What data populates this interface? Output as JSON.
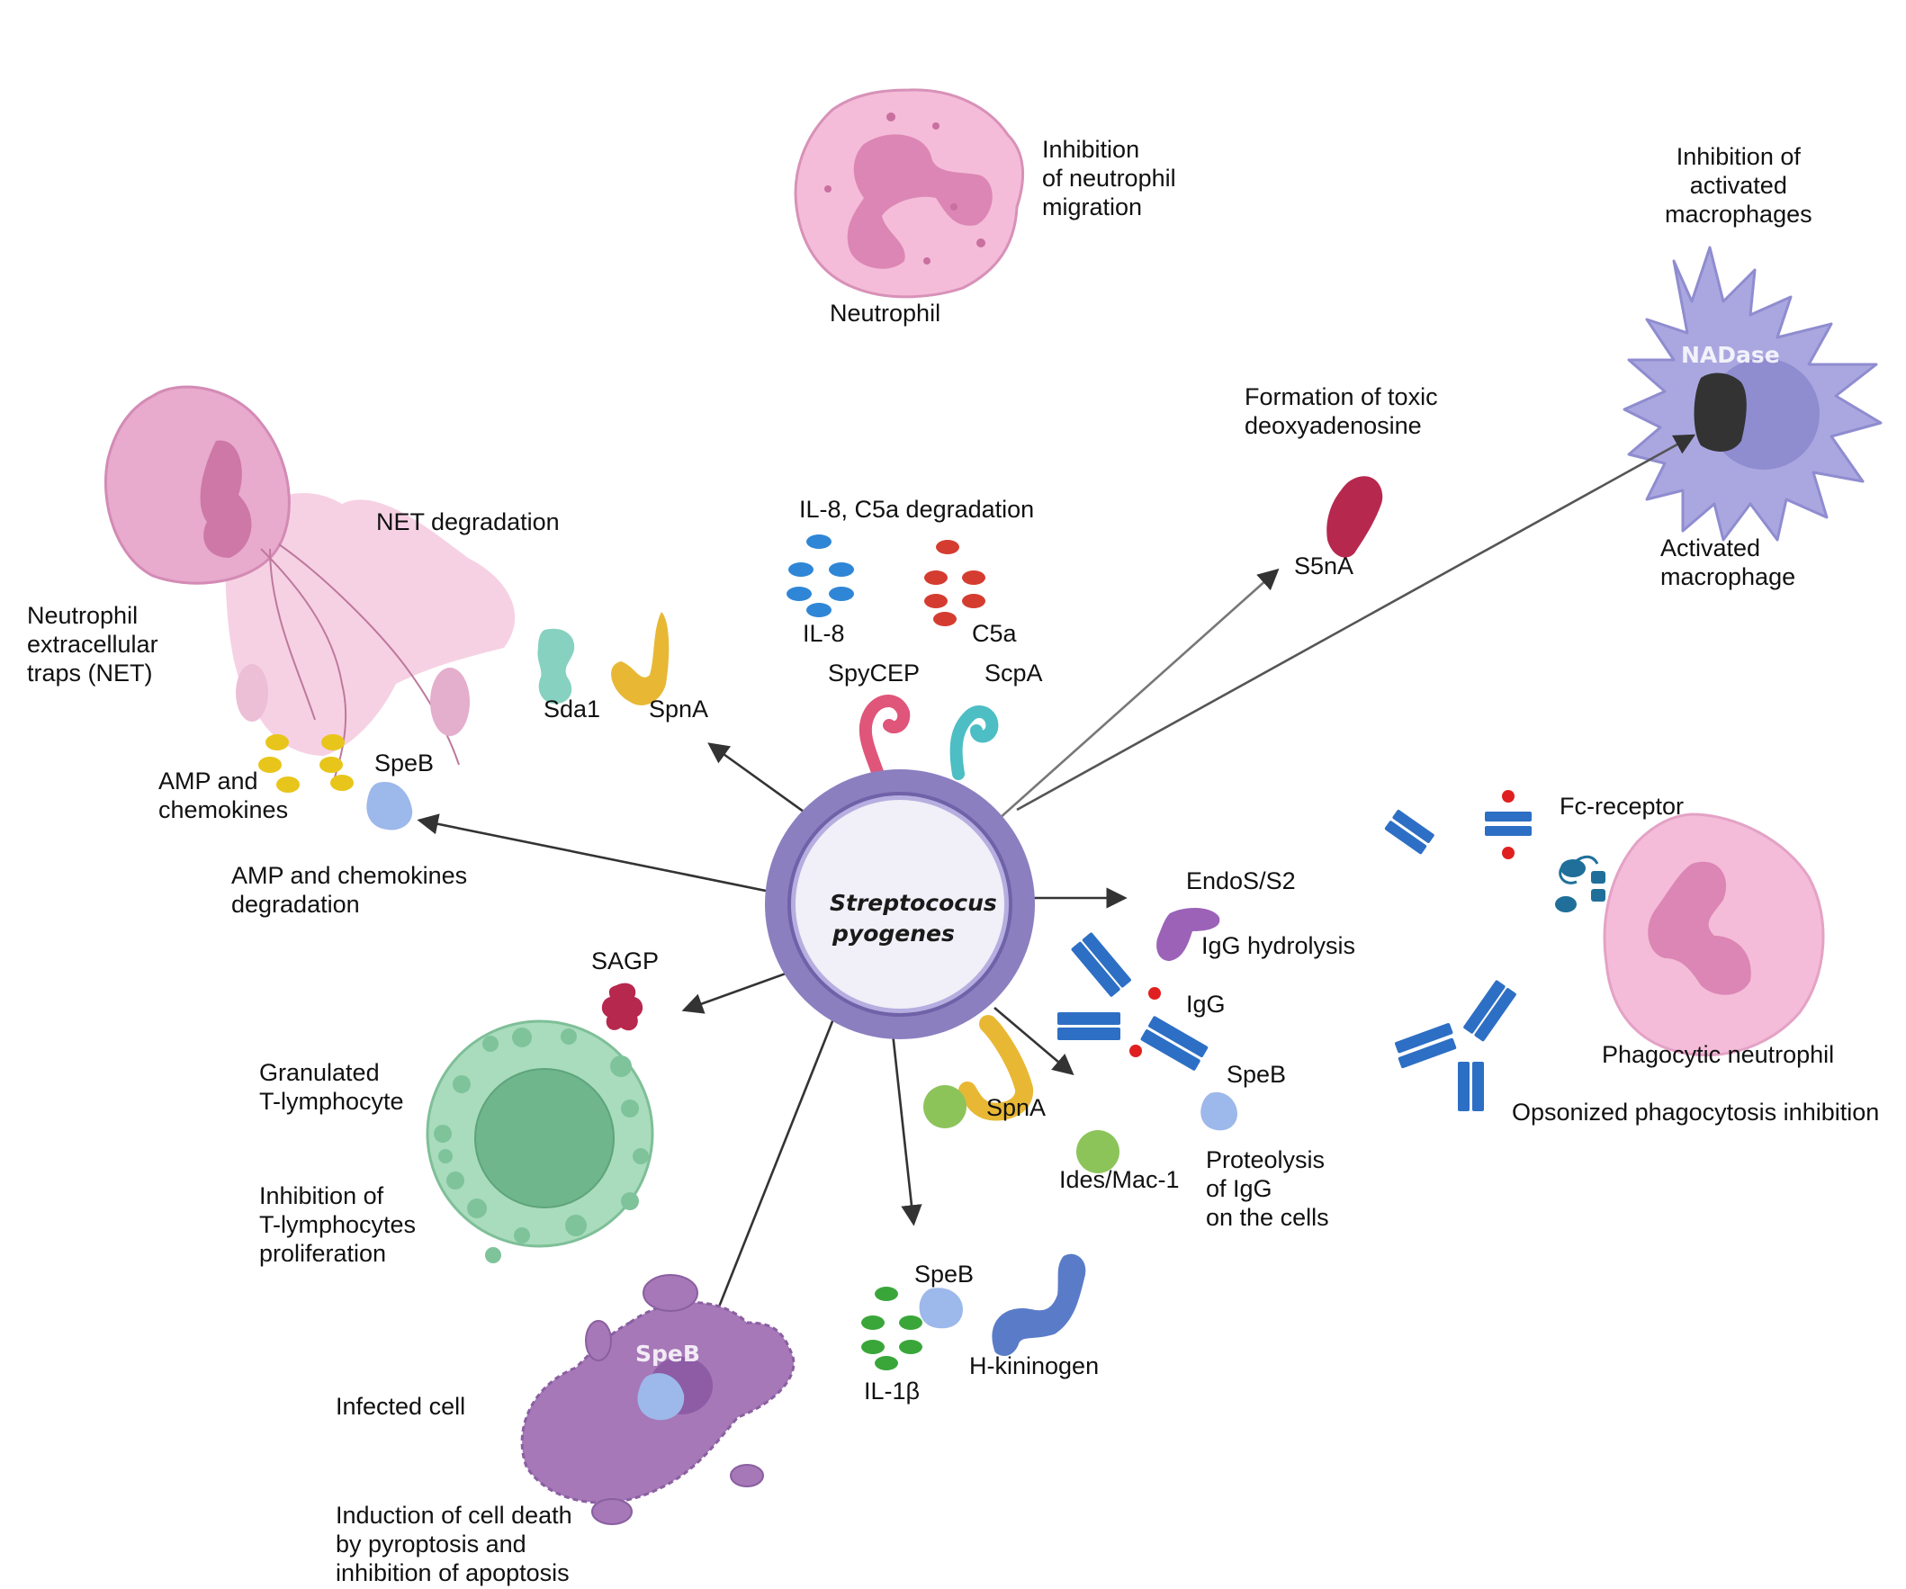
{
  "diagram": {
    "center": {
      "title_line1": "Streptococus",
      "title_line2": "pyogenes"
    },
    "colors": {
      "bacterium_ring": "#8b7fc0",
      "bacterium_fill": "#f1eff7",
      "neutrophil_pink": "#f2b5d4",
      "neutrophil_nucleus": "#d97fae",
      "macrophage": "#a9a6df",
      "macrophage_nucleus": "#8f8cd0",
      "t_lymphocyte": "#a8dcbc",
      "t_lymphocyte_nucleus": "#6fb68c",
      "infected_cell": "#a678b8",
      "il8": "#2f86d6",
      "c5a": "#d53c30",
      "il1b": "#3aa63a",
      "amp": "#e8c51a",
      "spycep": "#e0557a",
      "scpa": "#4cbec4",
      "spna": "#e8b835",
      "sda1": "#86d1bf",
      "speb": "#9db8ea",
      "s5na": "#b7284e",
      "sagp": "#b7284e",
      "endos": "#9b62b8",
      "igg": "#2d6fc4",
      "ides": "#8cc45a",
      "h_kininogen": "#5a7cc8",
      "nadase": "#333333",
      "arrow": "#333333"
    },
    "cells": {
      "neutrophil": {
        "name": "Neutrophil",
        "effect": "Inhibition\nof neutrophil\nmigration"
      },
      "macrophage": {
        "name": "Activated\nmacrophage",
        "effect": "Inhibition of\nactivated\nmacrophages",
        "inner_label": "NADase"
      },
      "net": {
        "name": "Neutrophil\nextracellular\ntraps (NET)",
        "effect": "NET degradation"
      },
      "t_lymphocyte": {
        "name": "Granulated\nT-lymphocyte",
        "effect": "Inhibition of\nT-lymphocytes\nproliferation"
      },
      "infected_cell": {
        "name": "Infected cell",
        "effect": "Induction of cell death\nby pyroptosis and\ninhibition of apoptosis",
        "inner_label": "SpeB"
      },
      "phagocytic_neutrophil": {
        "name": "Phagocytic neutrophil",
        "effect": "Opsonized phagocytosis inhibition"
      }
    },
    "molecules": {
      "il8_c5a_title": "IL-8, C5a degradation",
      "il8": "IL-8",
      "c5a": "C5a",
      "spycep": "SpyCEP",
      "scpa": "ScpA",
      "sda1": "Sda1",
      "spna_top": "SpnA",
      "speb_net": "SpeB",
      "amp": "AMP and\nchemokines",
      "amp_degradation": "AMP and chemokines\ndegradation",
      "s5na_effect": "Formation of toxic\ndeoxyadenosine",
      "s5na": "S5nA",
      "sagp": "SAGP",
      "endos": "EndoS/S2",
      "igg_hydrolysis": "IgG hydrolysis",
      "igg": "IgG",
      "speb_igg": "SpeB",
      "proteolysis": "Proteolysis\nof IgG\non the cells",
      "ides": "Ides/Mac-1",
      "spna_bottom": "SpnA",
      "fc_receptor": "Fc-receptor",
      "speb_bottom": "SpeB",
      "il1b": "IL-1β",
      "h_kininogen": "H-kininogen"
    }
  }
}
